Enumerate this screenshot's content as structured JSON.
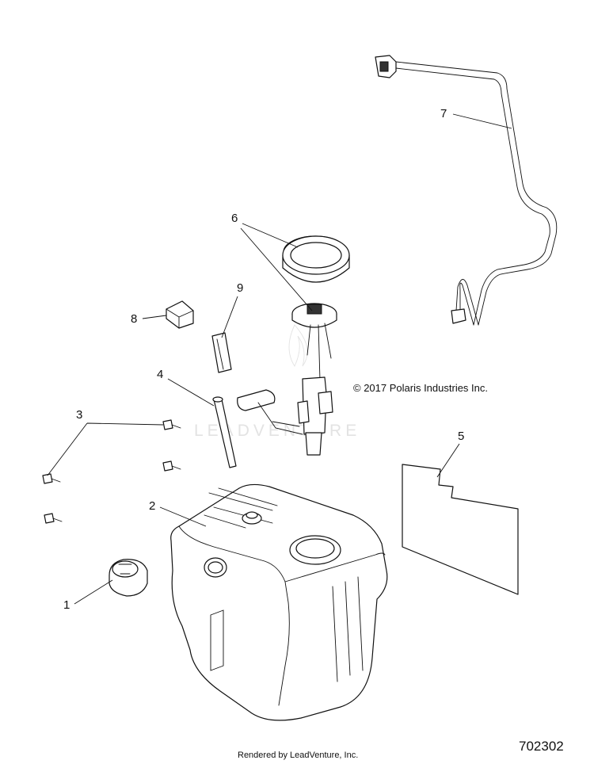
{
  "copyright": "© 2017 Polaris Industries Inc.",
  "render_note": "Rendered by LeadVenture, Inc.",
  "drawing_number": "702302",
  "watermark": "LEADVENTURE",
  "callouts": [
    {
      "id": "1",
      "part": "fuel-cap"
    },
    {
      "id": "2",
      "part": "fuel-tank"
    },
    {
      "id": "3",
      "part": "screws"
    },
    {
      "id": "4",
      "part": "vent-tube"
    },
    {
      "id": "5",
      "part": "label-sheet"
    },
    {
      "id": "6",
      "part": "fuel-pump-assembly"
    },
    {
      "id": "7",
      "part": "fuel-line"
    },
    {
      "id": "8",
      "part": "foam-block"
    },
    {
      "id": "9",
      "part": "foam-strip"
    }
  ]
}
